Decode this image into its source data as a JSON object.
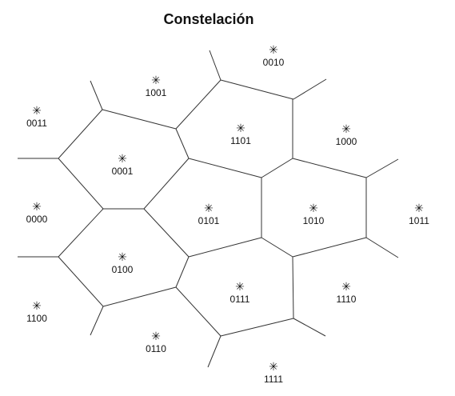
{
  "title": "Constelación",
  "points": [
    {
      "label": "0010"
    },
    {
      "label": "1001"
    },
    {
      "label": "0011"
    },
    {
      "label": "1101"
    },
    {
      "label": "1000"
    },
    {
      "label": "0001"
    },
    {
      "label": "0000"
    },
    {
      "label": "0101"
    },
    {
      "label": "1010"
    },
    {
      "label": "1011"
    },
    {
      "label": "0100"
    },
    {
      "label": "0111"
    },
    {
      "label": "1110"
    },
    {
      "label": "1100"
    },
    {
      "label": "0110"
    },
    {
      "label": "1111"
    }
  ]
}
